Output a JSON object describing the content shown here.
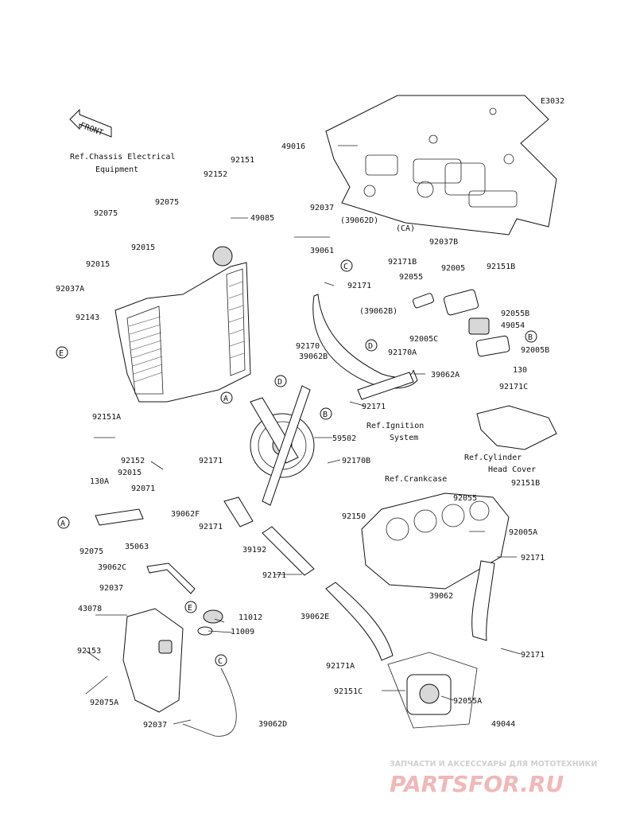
{
  "diagram_code": "E3032",
  "front_label": "FRONT",
  "refs": {
    "chassis_line1": "Ref.Chassis Electrical",
    "chassis_line2": "Equipment",
    "ignition_line1": "Ref.Ignition",
    "ignition_line2": "System",
    "cylinder_line1": "Ref.Cylinder",
    "cylinder_line2": "Head Cover",
    "crankcase": "Ref.Crankcase"
  },
  "callout_letters": {
    "a1": "A",
    "a2": "A",
    "b1": "B",
    "b2": "B",
    "c1": "C",
    "c2": "C",
    "d1": "D",
    "d2": "D",
    "e1": "E",
    "e2": "E"
  },
  "part_numbers": [
    "49016",
    "92151",
    "92152",
    "92075",
    "92075",
    "49085",
    "92037",
    "(39062D)",
    "39061",
    "(CA)",
    "92037B",
    "92015",
    "92015",
    "92171B",
    "92005",
    "92151B",
    "92171",
    "92055",
    "92037A",
    "(39062B)",
    "92055B",
    "49054",
    "92143",
    "92005C",
    "92005B",
    "92170",
    "39062B",
    "92170A",
    "130",
    "39062A",
    "92171C",
    "92171",
    "92151A",
    "59502",
    "92152",
    "92171",
    "92170B",
    "92015",
    "130A",
    "92071",
    "92151B",
    "39062F",
    "92150",
    "92055",
    "92171",
    "92005A",
    "35063",
    "92075",
    "39192",
    "92171",
    "39062C",
    "92171",
    "92037",
    "39062",
    "43078",
    "11012",
    "39062E",
    "11009",
    "92171",
    "92153",
    "92171A",
    "92151C",
    "92075A",
    "92055A",
    "92037",
    "39062D",
    "49044"
  ],
  "watermark": {
    "line1": "ЗАПЧАСТИ И АКСЕССУАРЫ ДЛЯ МОТОТЕХНИКИ",
    "brand": "PARTSFOR.RU"
  }
}
